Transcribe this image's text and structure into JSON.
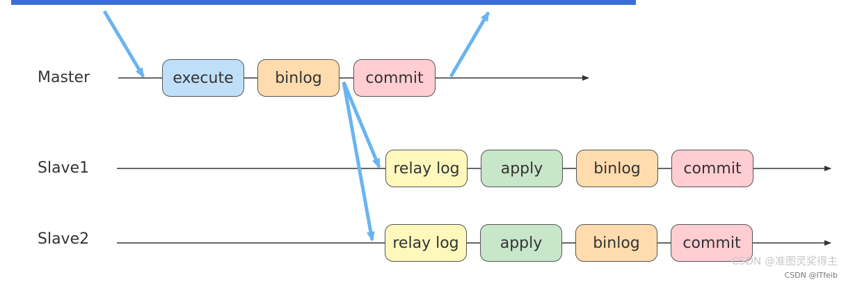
{
  "rows": [
    {
      "label": "Master",
      "steps": [
        "execute",
        "binlog",
        "commit"
      ]
    },
    {
      "label": "Slave1",
      "steps": [
        "relay log",
        "apply",
        "binlog",
        "commit"
      ]
    },
    {
      "label": "Slave2",
      "steps": [
        "relay log",
        "apply",
        "binlog",
        "commit"
      ]
    }
  ],
  "colors": {
    "execute": "#bfdff9",
    "binlog": "#fedcad",
    "commit": "#ffcdd2",
    "relay log": "#fef8bd",
    "apply": "#c8e6c9",
    "replication_arrow": "#6ab4f0",
    "timeline": "#333333",
    "top_bar": "#3a6fd8"
  },
  "watermark": {
    "line1": "CSDN @准图灵奖得主",
    "line2": "CSDN @ITfeib"
  }
}
